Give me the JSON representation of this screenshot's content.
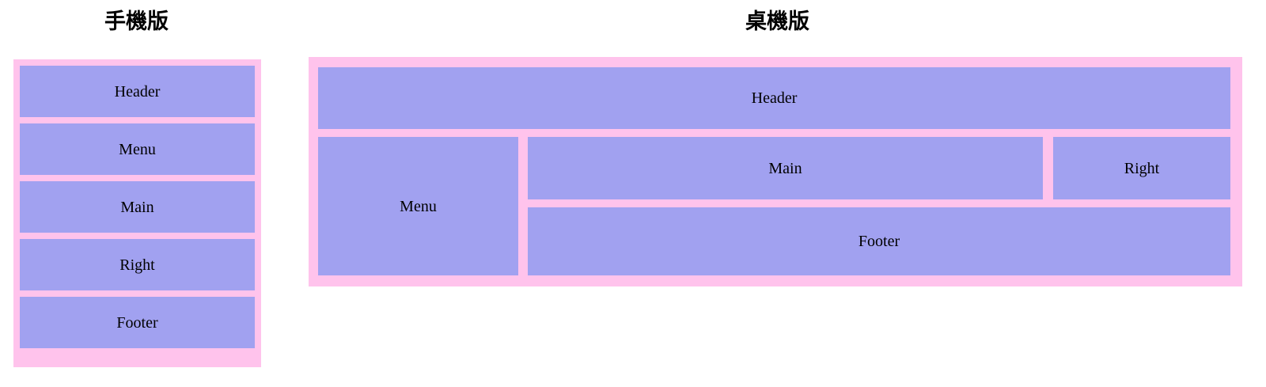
{
  "page": {
    "background": "#ffffff",
    "frame_color": "#ffc3ec",
    "block_color": "#a1a1f0",
    "text_color": "#000000"
  },
  "mobile": {
    "title": "手機版",
    "blocks": [
      {
        "label": "Header"
      },
      {
        "label": "Menu"
      },
      {
        "label": "Main"
      },
      {
        "label": "Right"
      },
      {
        "label": "Footer"
      }
    ]
  },
  "desktop": {
    "title": "桌機版",
    "blocks": [
      {
        "label": "Header"
      },
      {
        "label": "Menu"
      },
      {
        "label": "Main"
      },
      {
        "label": "Right"
      },
      {
        "label": "Footer"
      }
    ]
  }
}
